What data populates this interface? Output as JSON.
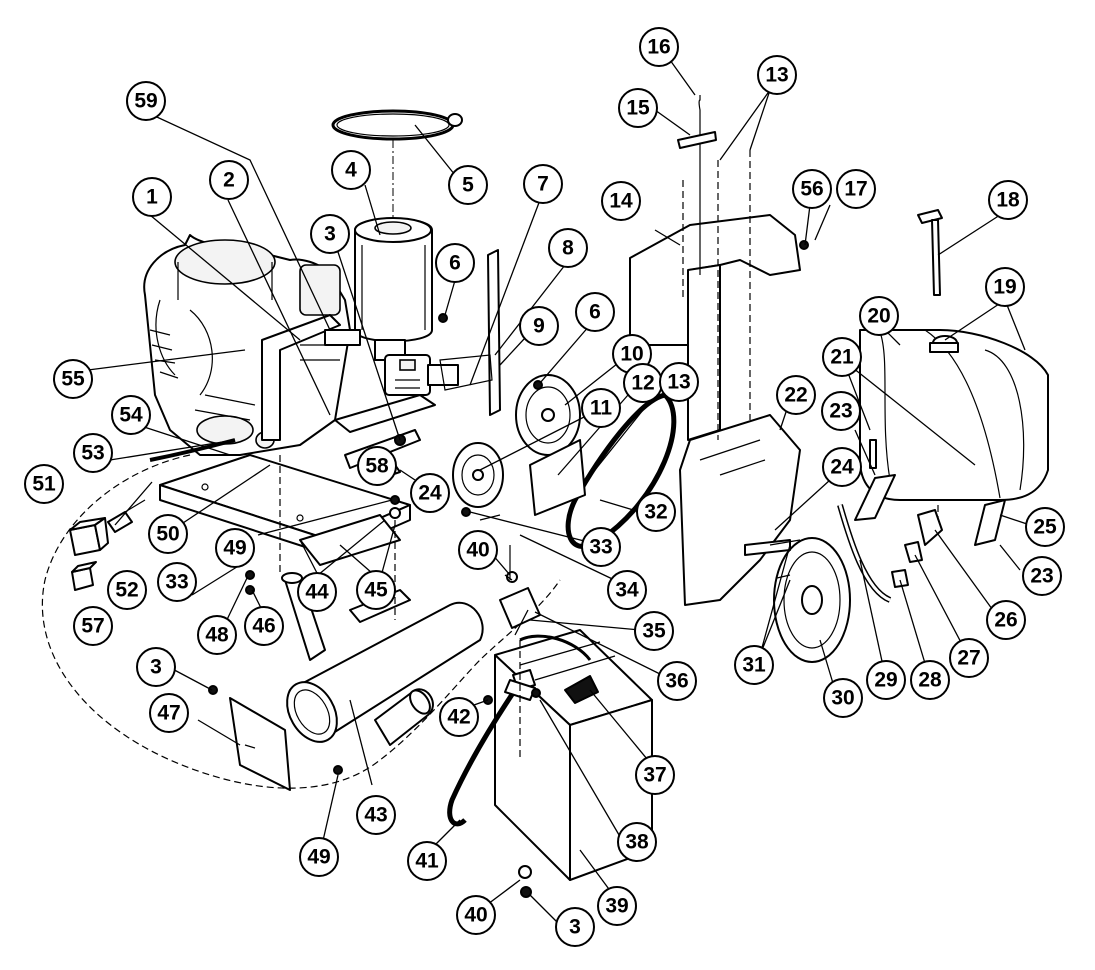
{
  "callouts": [
    {
      "id": "c1",
      "label": "1"
    },
    {
      "id": "c2",
      "label": "2"
    },
    {
      "id": "c3a",
      "label": "3"
    },
    {
      "id": "c4",
      "label": "4"
    },
    {
      "id": "c5",
      "label": "5"
    },
    {
      "id": "c6a",
      "label": "6"
    },
    {
      "id": "c6b",
      "label": "6"
    },
    {
      "id": "c7",
      "label": "7"
    },
    {
      "id": "c8",
      "label": "8"
    },
    {
      "id": "c9",
      "label": "9"
    },
    {
      "id": "c10",
      "label": "10"
    },
    {
      "id": "c11",
      "label": "11"
    },
    {
      "id": "c12",
      "label": "12"
    },
    {
      "id": "c13a",
      "label": "13"
    },
    {
      "id": "c13b",
      "label": "13"
    },
    {
      "id": "c14",
      "label": "14"
    },
    {
      "id": "c15",
      "label": "15"
    },
    {
      "id": "c16",
      "label": "16"
    },
    {
      "id": "c17",
      "label": "17"
    },
    {
      "id": "c18",
      "label": "18"
    },
    {
      "id": "c19",
      "label": "19"
    },
    {
      "id": "c20",
      "label": "20"
    },
    {
      "id": "c21",
      "label": "21"
    },
    {
      "id": "c22",
      "label": "22"
    },
    {
      "id": "c23a",
      "label": "23"
    },
    {
      "id": "c23b",
      "label": "23"
    },
    {
      "id": "c24a",
      "label": "24"
    },
    {
      "id": "c24b",
      "label": "24"
    },
    {
      "id": "c25",
      "label": "25"
    },
    {
      "id": "c26",
      "label": "26"
    },
    {
      "id": "c27",
      "label": "27"
    },
    {
      "id": "c28",
      "label": "28"
    },
    {
      "id": "c29",
      "label": "29"
    },
    {
      "id": "c30",
      "label": "30"
    },
    {
      "id": "c31",
      "label": "31"
    },
    {
      "id": "c32",
      "label": "32"
    },
    {
      "id": "c33a",
      "label": "33"
    },
    {
      "id": "c33b",
      "label": "33"
    },
    {
      "id": "c34",
      "label": "34"
    },
    {
      "id": "c35",
      "label": "35"
    },
    {
      "id": "c36",
      "label": "36"
    },
    {
      "id": "c37",
      "label": "37"
    },
    {
      "id": "c38",
      "label": "38"
    },
    {
      "id": "c39",
      "label": "39"
    },
    {
      "id": "c40a",
      "label": "40"
    },
    {
      "id": "c40b",
      "label": "40"
    },
    {
      "id": "c41",
      "label": "41"
    },
    {
      "id": "c42",
      "label": "42"
    },
    {
      "id": "c43",
      "label": "43"
    },
    {
      "id": "c44",
      "label": "44"
    },
    {
      "id": "c45",
      "label": "45"
    },
    {
      "id": "c46",
      "label": "46"
    },
    {
      "id": "c47",
      "label": "47"
    },
    {
      "id": "c48",
      "label": "48"
    },
    {
      "id": "c49a",
      "label": "49"
    },
    {
      "id": "c49b",
      "label": "49"
    },
    {
      "id": "c50",
      "label": "50"
    },
    {
      "id": "c51",
      "label": "51"
    },
    {
      "id": "c52",
      "label": "52"
    },
    {
      "id": "c53",
      "label": "53"
    },
    {
      "id": "c54",
      "label": "54"
    },
    {
      "id": "c55",
      "label": "55"
    },
    {
      "id": "c56",
      "label": "56"
    },
    {
      "id": "c57",
      "label": "57"
    },
    {
      "id": "c58",
      "label": "58"
    },
    {
      "id": "c59",
      "label": "59"
    },
    {
      "id": "c3b",
      "label": "3"
    },
    {
      "id": "c3c",
      "label": "3"
    }
  ]
}
